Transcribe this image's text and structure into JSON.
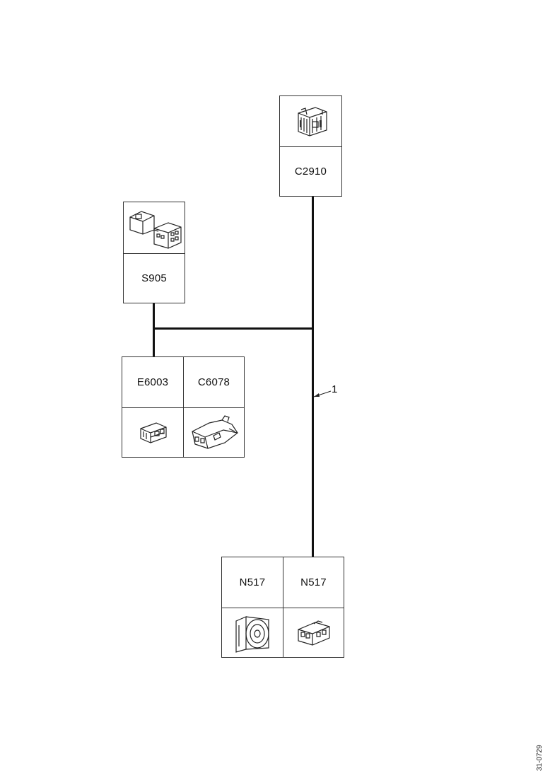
{
  "connectors": {
    "c2910": {
      "label": "C2910",
      "icon": "connector-block-icon"
    },
    "s905": {
      "label": "S905",
      "icon": "dual-connector-icon"
    },
    "e6003": {
      "label": "E6003",
      "icon": "small-connector-icon"
    },
    "c6078": {
      "label": "C6078",
      "icon": "angled-connector-icon"
    },
    "n517_left": {
      "label": "N517",
      "icon": "speaker-icon"
    },
    "n517_right": {
      "label": "N517",
      "icon": "plug-connector-icon"
    }
  },
  "callout": {
    "number": "1"
  },
  "document_id": "31-0729"
}
